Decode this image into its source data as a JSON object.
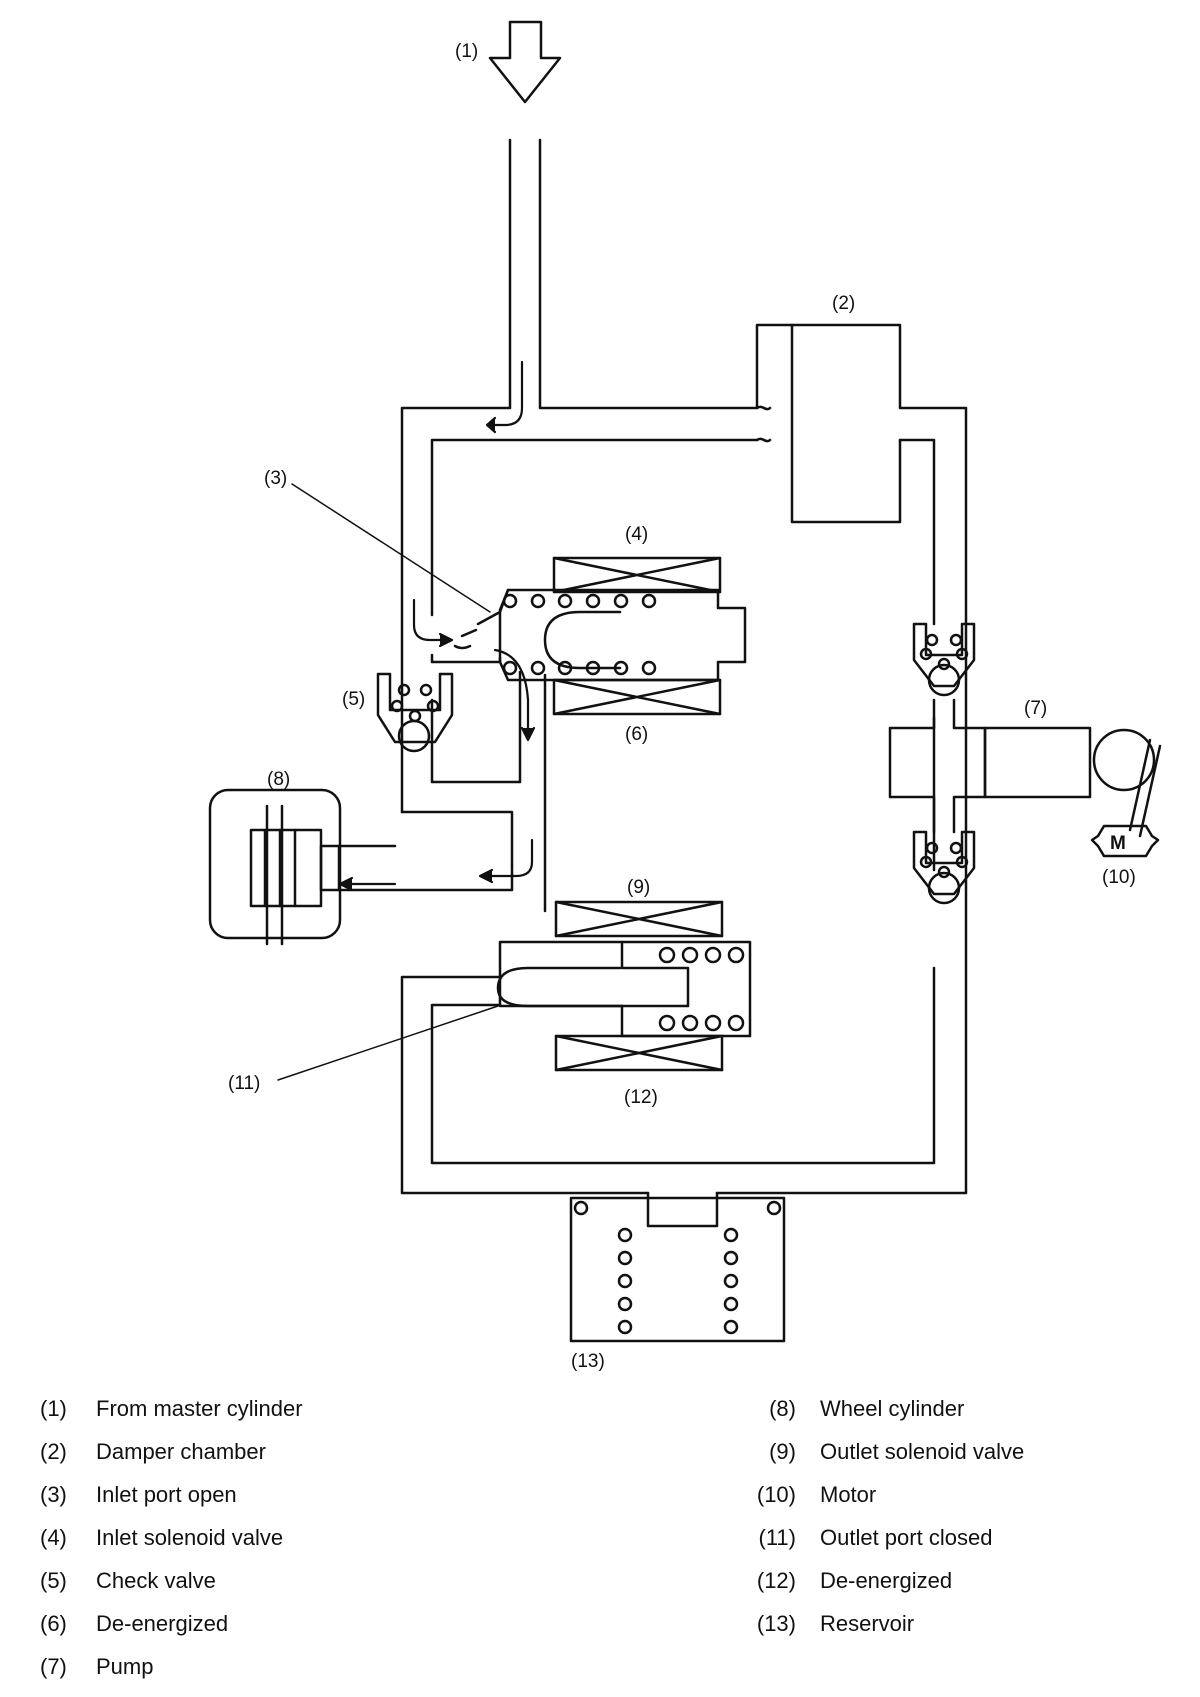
{
  "callouts": {
    "c1": "(1)",
    "c2": "(2)",
    "c3": "(3)",
    "c4": "(4)",
    "c5": "(5)",
    "c6": "(6)",
    "c7": "(7)",
    "c8": "(8)",
    "c9": "(9)",
    "c10": "(10)",
    "c11": "(11)",
    "c12": "(12)",
    "c13": "(13)"
  },
  "motor_symbol": "M",
  "legend": {
    "left": [
      {
        "num": "(1)",
        "text": "From master cylinder"
      },
      {
        "num": "(2)",
        "text": "Damper chamber"
      },
      {
        "num": "(3)",
        "text": "Inlet port open"
      },
      {
        "num": "(4)",
        "text": "Inlet solenoid valve"
      },
      {
        "num": "(5)",
        "text": "Check valve"
      },
      {
        "num": "(6)",
        "text": "De-energized"
      },
      {
        "num": "(7)",
        "text": "Pump"
      }
    ],
    "right": [
      {
        "num": "(8)",
        "text": "Wheel cylinder"
      },
      {
        "num": "(9)",
        "text": "Outlet solenoid valve"
      },
      {
        "num": "(10)",
        "text": "Motor"
      },
      {
        "num": "(11)",
        "text": "Outlet port closed"
      },
      {
        "num": "(12)",
        "text": "De-energized"
      },
      {
        "num": "(13)",
        "text": "Reservoir"
      }
    ]
  }
}
